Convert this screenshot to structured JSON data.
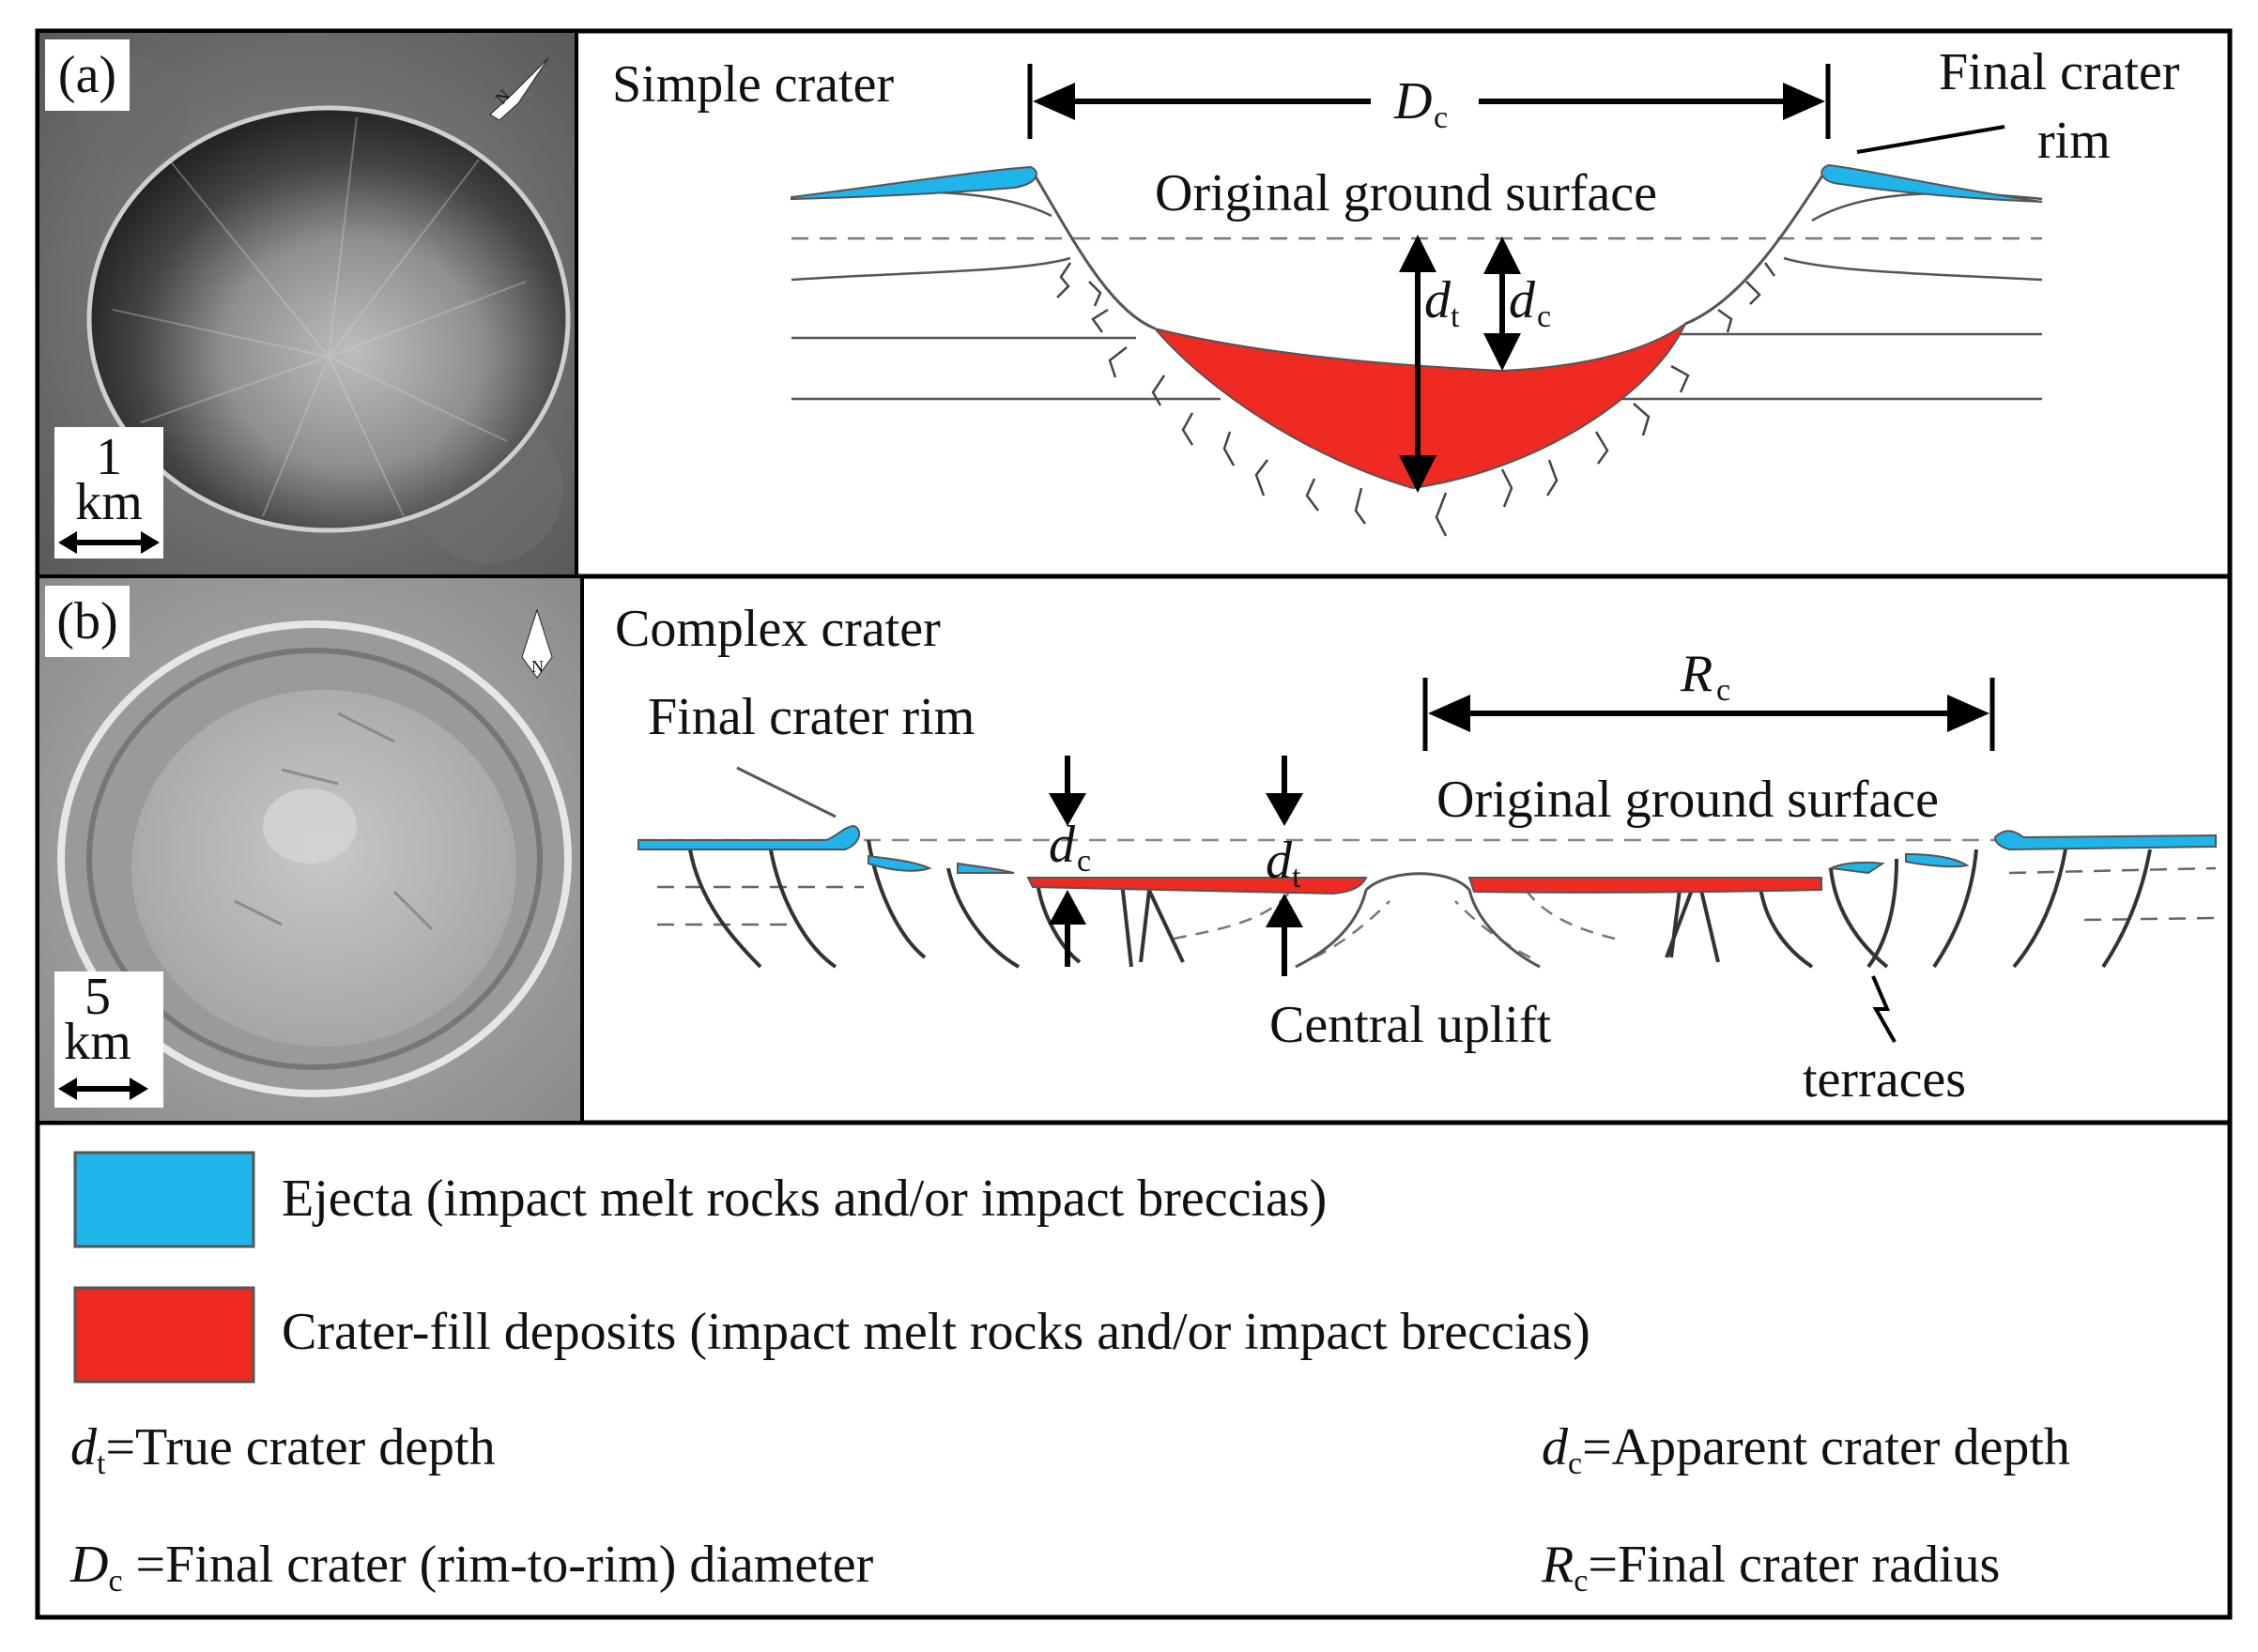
{
  "panel_a": {
    "tag": "(a)",
    "title": "Simple crater",
    "diameter_symbol": "D",
    "diameter_sub": "c",
    "final_rim_line1": "Final crater",
    "final_rim_line2": "rim",
    "original_surface": "Original ground surface",
    "dt_symbol": "d",
    "dt_sub": "t",
    "dc_symbol": "d",
    "dc_sub": "c",
    "scale_line1": "1",
    "scale_line2": "km",
    "north_label": "N"
  },
  "panel_b": {
    "tag": "(b)",
    "title": "Complex crater",
    "final_rim": "Final crater rim",
    "radius_symbol": "R",
    "radius_sub": "c",
    "original_surface": "Original ground surface",
    "dc_symbol": "d",
    "dc_sub": "c",
    "dt_symbol": "d",
    "dt_sub": "t",
    "central_uplift": "Central uplift",
    "terraces": "terraces",
    "scale_line1": "5",
    "scale_line2": "km",
    "north_label": "N"
  },
  "legend": {
    "ejecta": {
      "label": "Ejecta (impact melt rocks and/or impact breccias)",
      "color": "#1fb4ea"
    },
    "fill": {
      "label": "Crater-fill deposits (impact melt rocks and/or impact breccias)",
      "color": "#ee2a22"
    },
    "defs": [
      {
        "sym": "d",
        "sub": "t",
        "text": "=True crater depth"
      },
      {
        "sym": "d",
        "sub": "c",
        "text": "=Apparent crater depth"
      },
      {
        "sym": "D",
        "sub": "c",
        "text": " =Final crater (rim-to-rim) diameter"
      },
      {
        "sym": "R",
        "sub": "c",
        "text": "=Final crater  radius"
      }
    ]
  }
}
